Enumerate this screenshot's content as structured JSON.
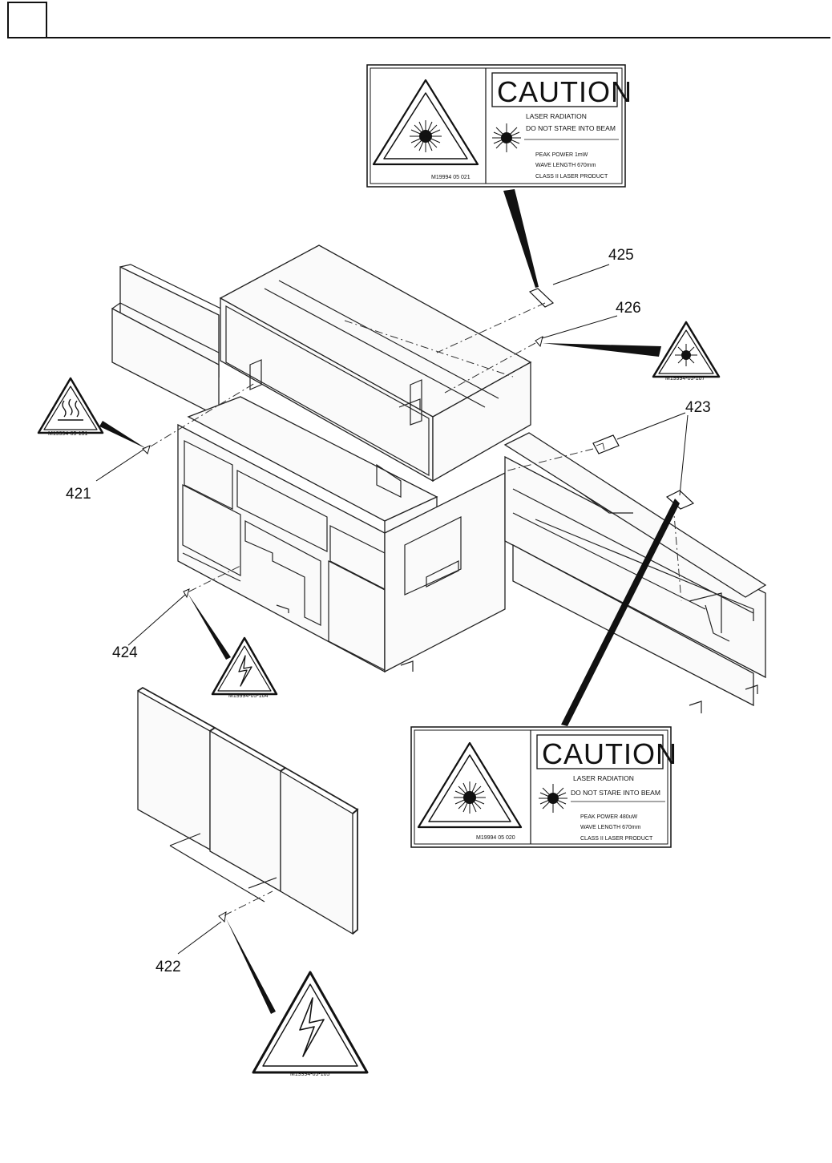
{
  "callouts": {
    "c421": "421",
    "c422": "422",
    "c423": "423",
    "c424": "424",
    "c425": "425",
    "c426": "426"
  },
  "label_top": {
    "caution": "CAUTION",
    "line1": "LASER RADIATION",
    "line2": "DO NOT STARE INTO BEAM",
    "line3": "PEAK POWER 1mW",
    "line4": "WAVE LENGTH 670mm",
    "line5": "CLASS II LASER PRODUCT",
    "code": "M19994 05 021"
  },
  "label_bottom": {
    "caution": "CAUTION",
    "line1": "LASER RADIATION",
    "line2": "DO NOT STARE INTO BEAM",
    "line3": "PEAK POWER 480uW",
    "line4": "WAVE LENGTH 670mm",
    "line5": "CLASS II LASER PRODUCT",
    "code": "M19994 05 020"
  },
  "badges": {
    "laser": "M19994-05-107",
    "hot": "M19994-05-151",
    "shock_small": "M19994-05-104",
    "shock_large": "M19994-05-105"
  }
}
